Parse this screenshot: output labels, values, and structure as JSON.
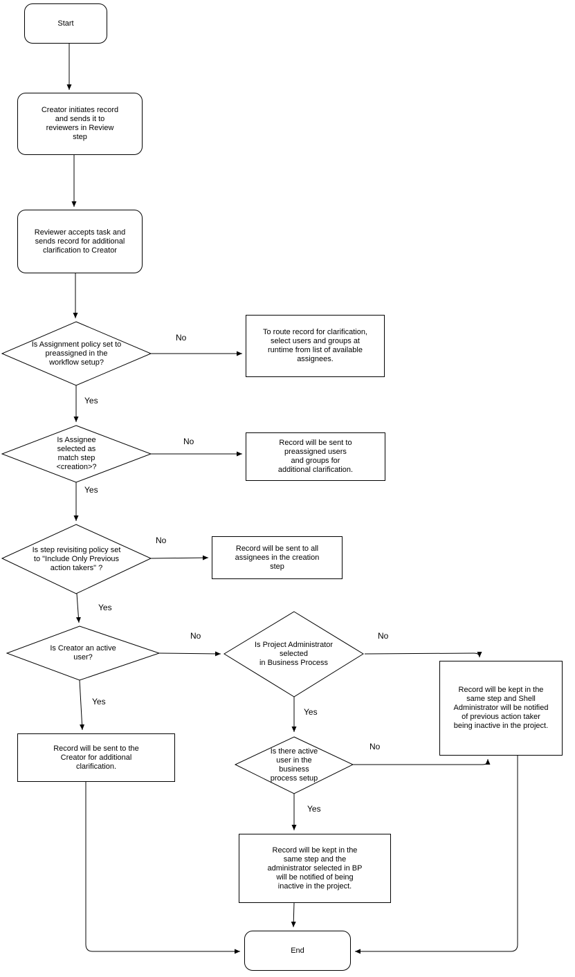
{
  "nodes": {
    "start": "Start",
    "creator_initiates": "Creator initiates record\nand sends it to\nreviewers in Review\nstep",
    "reviewer_accepts": "Reviewer accepts task and\nsends record for additional\nclarification to Creator",
    "assignment_policy_q": "Is Assignment policy set to\npreassigned in the\nworkflow setup?",
    "route_at_runtime": "To route record for clarification,\nselect users and groups at\nruntime from list of available\nassignees.",
    "assignee_match_q": "Is Assignee\nselected as\nmatch step\n<creation>?",
    "preassigned_users": "Record will be sent to\npreassigned users\nand groups for\nadditional clarification.",
    "revisiting_policy_q": "Is step revisiting policy set\nto \"Include Only Previous\naction takers\" ?",
    "all_assignees": "Record will be sent to all\nassignees in the creation\nstep",
    "creator_active_q": "Is Creator an active\nuser?",
    "project_admin_q": "Is Project Administrator\nselected\nin Business Process",
    "shell_admin_notified": "Record will be kept in the\nsame step and Shell\nAdministrator will be notified\nof previous action taker\nbeing inactive in the project.",
    "active_user_bp_q": "Is there active\nuser in the\nbusiness\nprocess setup",
    "sent_to_creator": "Record will be sent to the\nCreator for additional\nclarification.",
    "bp_admin_notified": "Record will be kept in the\nsame step and the\nadministrator selected in BP\nwill be notified of being\ninactive in the project.",
    "end": "End"
  },
  "edge_labels": {
    "yes": "Yes",
    "no": "No"
  },
  "colors": {
    "stroke": "#000000",
    "node_fill": "#ffffff",
    "background": "#ffffff"
  }
}
